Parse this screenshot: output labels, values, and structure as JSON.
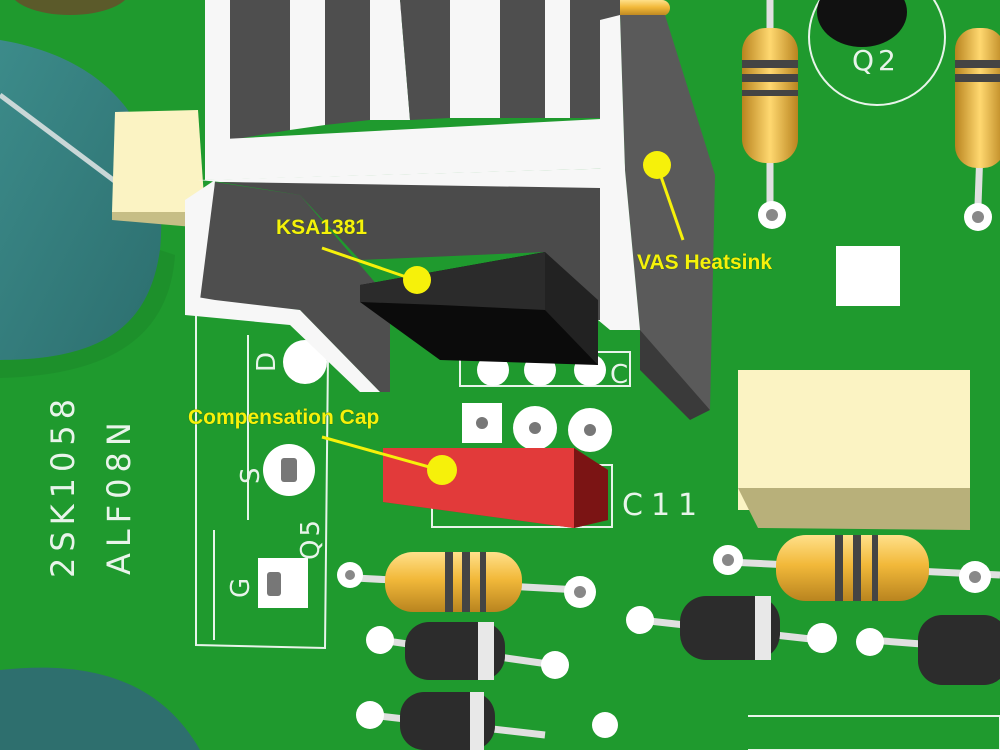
{
  "annotations": {
    "ksa": "KSA1381",
    "heatsink": "VAS Heatsink",
    "cap": "Compensation Cap"
  },
  "silkscreen": {
    "q2": "Q2",
    "c11": "C11",
    "q5": "Q5",
    "pin_d": "D",
    "pin_s": "S",
    "pin_g": "G",
    "part_number": "2SK1058",
    "alt_part": "ALF08N",
    "pad_c": "C"
  },
  "colors": {
    "pcb": "#1f9a2e",
    "silkscreen": "#e8f4ea",
    "annotation": "#f6f10a",
    "heatsink": "#4e4e4e",
    "capacitor": "#e23a3a"
  }
}
